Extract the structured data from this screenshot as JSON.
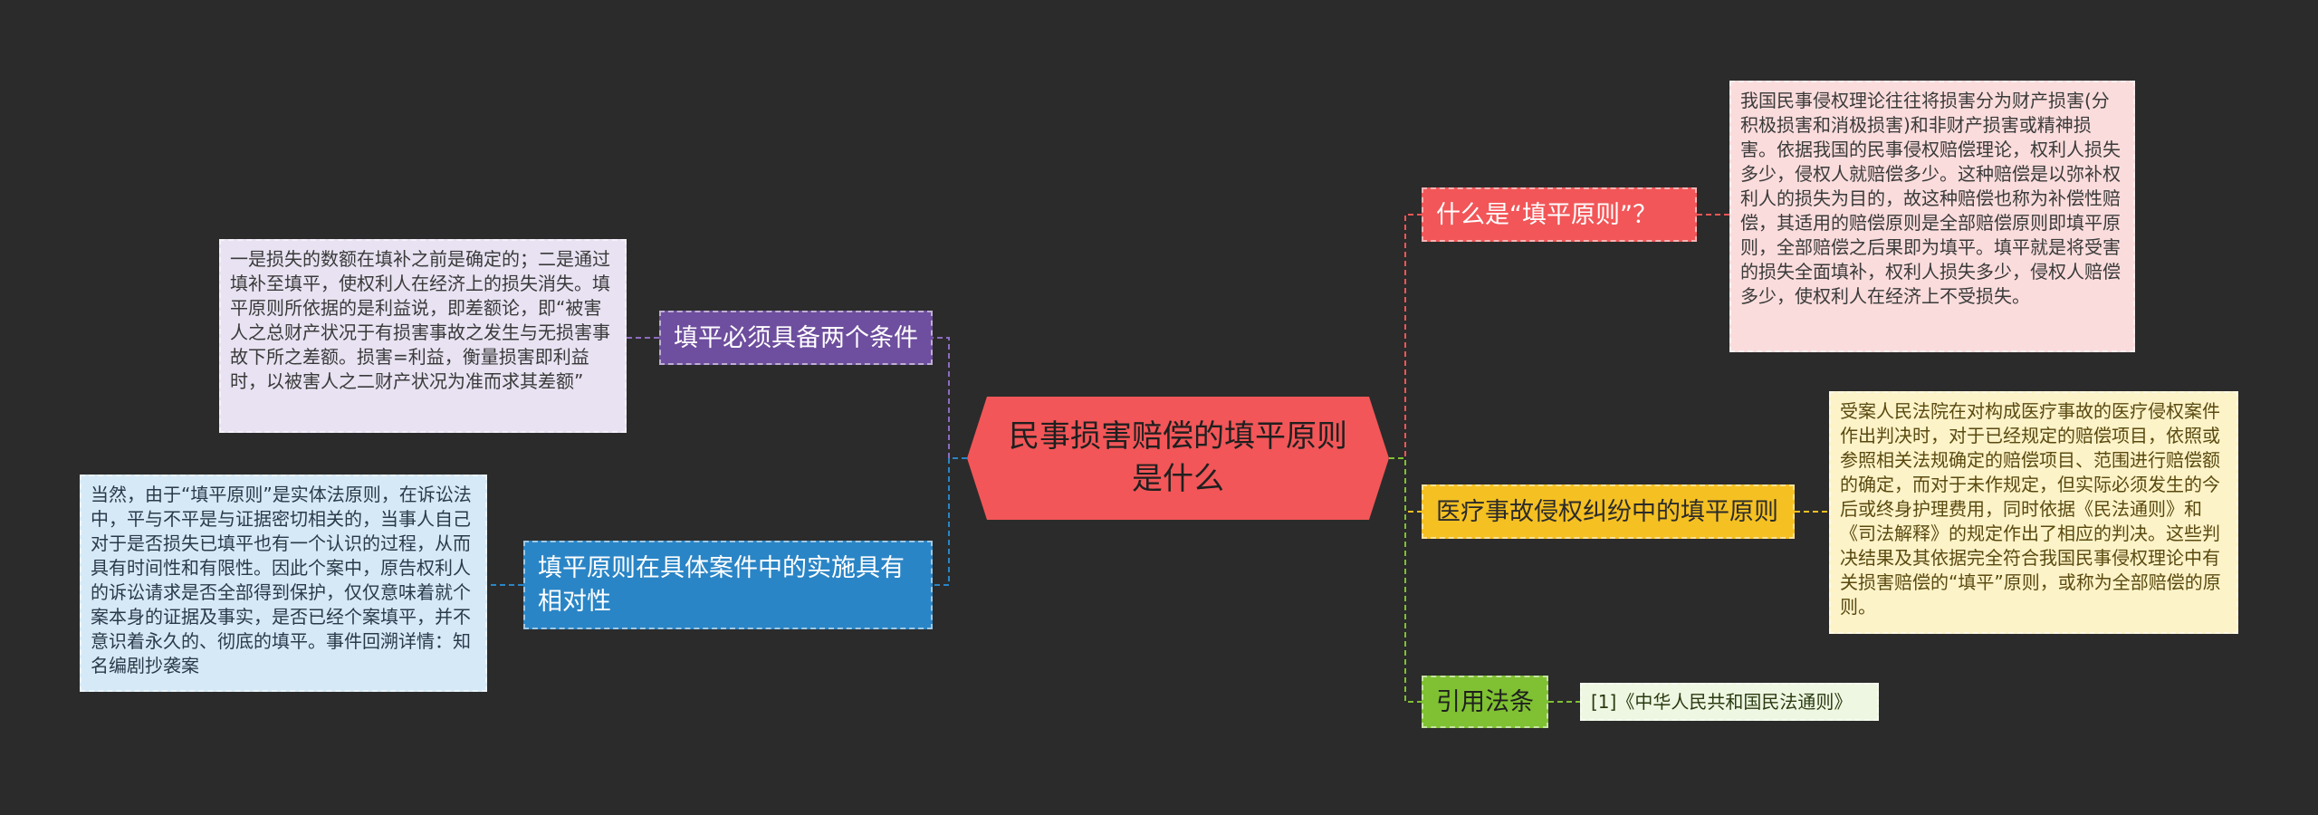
{
  "center": {
    "title": "民事损害赔偿的填平原则是什么"
  },
  "branches": {
    "what": {
      "label": "什么是“填平原则”？",
      "leaf": "我国民事侵权理论往往将损害分为财产损害(分积极损害和消极损害)和非财产损害或精神损害。依据我国的民事侵权赔偿理论，权利人损失多少，侵权人就赔偿多少。这种赔偿是以弥补权利人的损失为目的，故这种赔偿也称为补偿性赔偿，其适用的赔偿原则是全部赔偿原则即填平原则，全部赔偿之后果即为填平。填平就是将受害的损失全面填补，权利人损失多少，侵权人赔偿多少，使权利人在经济上不受损失。"
    },
    "medical": {
      "label": "医疗事故侵权纠纷中的填平原则",
      "leaf": "受案人民法院在对构成医疗事故的医疗侵权案件作出判决时，对于已经规定的赔偿项目，依照或参照相关法规确定的赔偿项目、范围进行赔偿额的确定，而对于未作规定，但实际必须发生的今后或终身护理费用，同时依据《民法通则》和《司法解释》的规定作出了相应的判决。这些判决结果及其依据完全符合我国民事侵权理论中有关损害赔偿的“填平”原则，或称为全部赔偿的原则。"
    },
    "law": {
      "label": "引用法条",
      "leaf": "[1]《中华人民共和国民法通则》"
    },
    "conditions": {
      "label": "填平必须具备两个条件",
      "leaf": "一是损失的数额在填补之前是确定的；二是通过填补至填平，使权利人在经济上的损失消失。填平原则所依据的是利益说，即差额论，即“被害人之总财产状况于有损害事故之发生与无损害事故下所之差额。损害=利益，衡量损害即利益时，以被害人之二财产状况为准而求其差额”"
    },
    "relativity": {
      "label": "填平原则在具体案件中的实施具有相对性",
      "leaf": "当然，由于“填平原则”是实体法原则，在诉讼法中，平与不平是与证据密切相关的，当事人自己对于是否损失已填平也有一个认识的过程，从而具有时间性和有限性。因此个案中，原告权利人的诉讼请求是否全部得到保护，仅仅意味着就个案本身的证据及事实，是否已经个案填平，并不意识着永久的、彻底的填平。事件回溯详情：知名编剧抄袭案"
    }
  },
  "colors": {
    "background": "#2b2b2b",
    "center": "#f25658",
    "what": "#f25658",
    "medical": "#f5c022",
    "law": "#7fc132",
    "conditions": "#6e4e9e",
    "relativity": "#2a85c6"
  }
}
